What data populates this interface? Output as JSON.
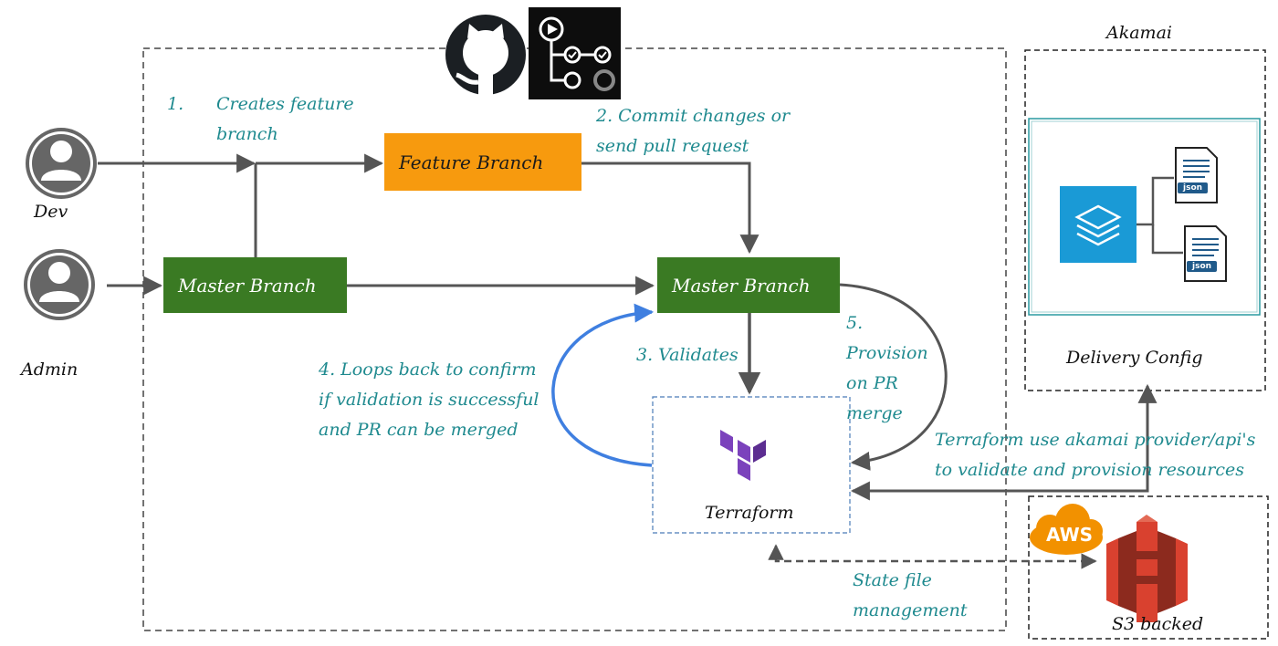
{
  "actors": {
    "dev": "Dev",
    "admin": "Admin"
  },
  "nodes": {
    "feature_branch": "Feature Branch",
    "master_branch_left": "Master Branch",
    "master_branch_right": "Master Branch",
    "terraform": "Terraform",
    "delivery_config": "Delivery Config",
    "s3": "S3 backed"
  },
  "groups": {
    "akamai": "Akamai"
  },
  "steps": {
    "step1_num": "1.",
    "step1_line1": "Creates feature",
    "step1_line2": "branch",
    "step2_line1": "2. Commit changes or",
    "step2_line2": "send pull request",
    "step3": "3. Validates",
    "step4_line1": "4. Loops back to confirm",
    "step4_line2": "if validation is successful",
    "step4_line3": "and PR can be merged",
    "step5_line1": "5.",
    "step5_line2": "Provision",
    "step5_line3": "on PR",
    "step5_line4": "merge",
    "akamai_line1": "Terraform use akamai provider/api's",
    "akamai_line2": "to validate and provision resources",
    "state_line1": "State file",
    "state_line2": "management"
  },
  "icons": {
    "github": "github-octocat-icon",
    "actions": "github-actions-icon",
    "user": "user-avatar-icon",
    "terraform": "terraform-logo-icon",
    "stack": "akamai-layers-icon",
    "json": "json-file-icon",
    "aws": "aws-cloud-icon",
    "s3": "s3-bucket-icon"
  },
  "file_label": "json",
  "aws_label": "AWS",
  "colors": {
    "teal_text": "#1f8a8f",
    "green": "#3a7a23",
    "orange": "#f79a0e",
    "arrow": "#555555",
    "loop_blue": "#3f7fe0",
    "terraform_purple": "#7b42bc",
    "akamai_blue": "#1a9ad6",
    "aws_orange": "#f29100",
    "s3_red": "#d9412f"
  }
}
